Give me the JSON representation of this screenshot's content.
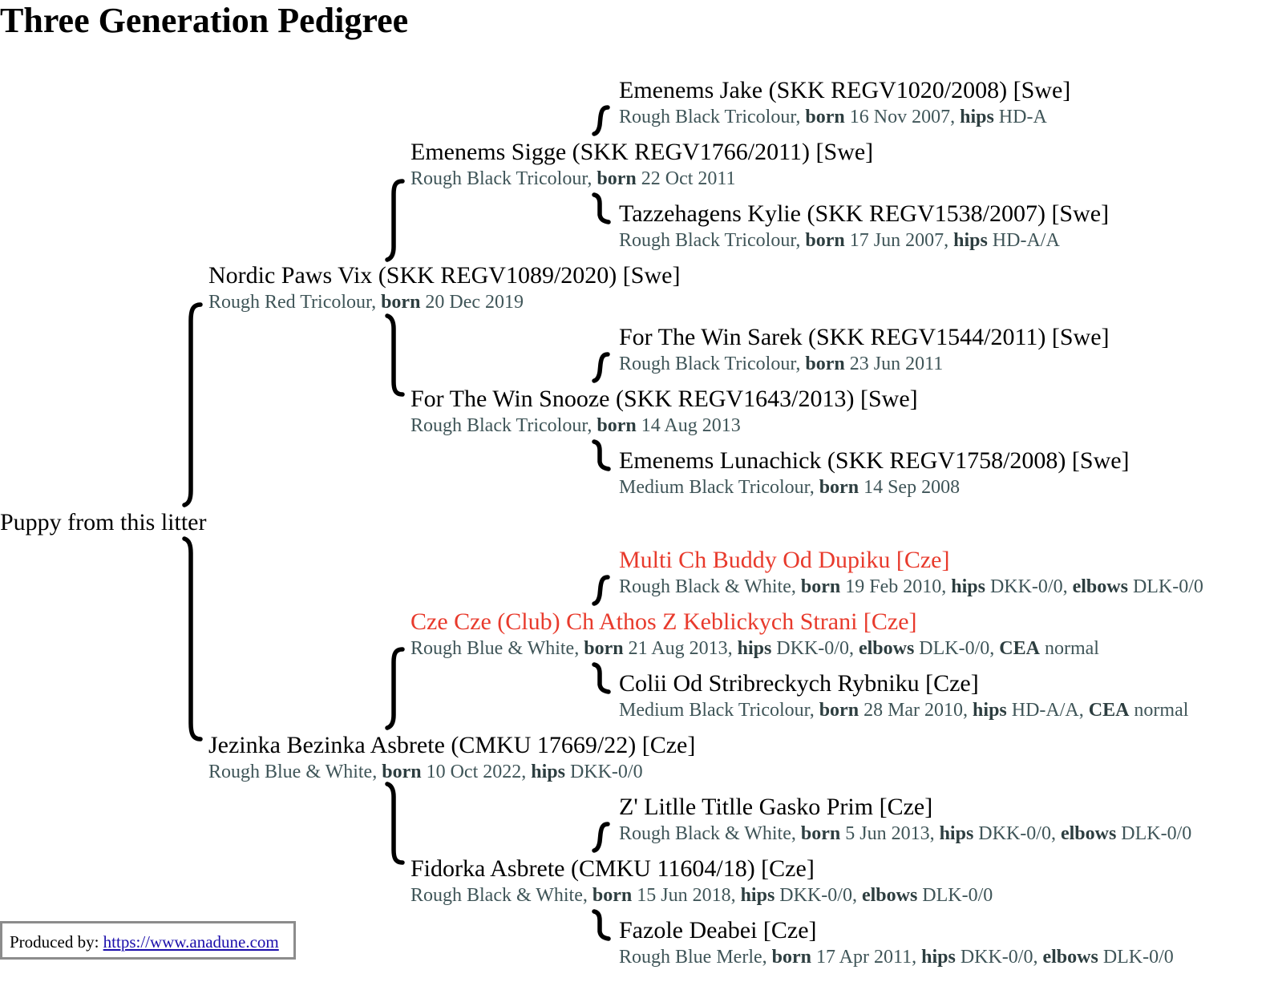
{
  "title": "Three Generation Pedigree",
  "puppy": "Puppy from this litter",
  "labels": {
    "born": "born",
    "hips": "hips",
    "elbows": "elbows",
    "cea": "CEA"
  },
  "dogs": {
    "sire": {
      "name": "Nordic Paws Vix (SKK REGV1089/2020) [Swe]",
      "champion": false,
      "info": [
        {
          "t": "Rough Red Tricolour, "
        },
        {
          "t": "born",
          "b": true
        },
        {
          "t": " 20 Dec 2019"
        }
      ]
    },
    "dam": {
      "name": "Jezinka Bezinka Asbrete (CMKU 17669/22) [Cze]",
      "champion": false,
      "info": [
        {
          "t": "Rough Blue & White, "
        },
        {
          "t": "born",
          "b": true
        },
        {
          "t": " 10 Oct 2022, "
        },
        {
          "t": "hips",
          "b": true
        },
        {
          "t": " DKK-0/0"
        }
      ]
    },
    "ss": {
      "name": "Emenems Sigge (SKK REGV1766/2011) [Swe]",
      "champion": false,
      "info": [
        {
          "t": "Rough Black Tricolour, "
        },
        {
          "t": "born",
          "b": true
        },
        {
          "t": " 22 Oct 2011"
        }
      ]
    },
    "sd": {
      "name": "For The Win Snooze (SKK REGV1643/2013) [Swe]",
      "champion": false,
      "info": [
        {
          "t": "Rough Black Tricolour, "
        },
        {
          "t": "born",
          "b": true
        },
        {
          "t": " 14 Aug 2013"
        }
      ]
    },
    "ds": {
      "name": "Cze Cze (Club) Ch Athos Z Keblickych Strani [Cze]",
      "champion": true,
      "info": [
        {
          "t": "Rough Blue & White, "
        },
        {
          "t": "born",
          "b": true
        },
        {
          "t": " 21 Aug 2013, "
        },
        {
          "t": "hips",
          "b": true
        },
        {
          "t": " DKK-0/0, "
        },
        {
          "t": "elbows",
          "b": true
        },
        {
          "t": " DLK-0/0, "
        },
        {
          "t": "CEA",
          "b": true
        },
        {
          "t": " normal"
        }
      ]
    },
    "dd": {
      "name": "Fidorka Asbrete (CMKU 11604/18) [Cze]",
      "champion": false,
      "info": [
        {
          "t": "Rough Black & White, "
        },
        {
          "t": "born",
          "b": true
        },
        {
          "t": " 15 Jun 2018, "
        },
        {
          "t": "hips",
          "b": true
        },
        {
          "t": " DKK-0/0, "
        },
        {
          "t": "elbows",
          "b": true
        },
        {
          "t": " DLK-0/0"
        }
      ]
    },
    "sss": {
      "name": "Emenems Jake (SKK REGV1020/2008) [Swe]",
      "champion": false,
      "info": [
        {
          "t": "Rough Black Tricolour, "
        },
        {
          "t": "born",
          "b": true
        },
        {
          "t": " 16 Nov 2007, "
        },
        {
          "t": "hips",
          "b": true
        },
        {
          "t": " HD-A"
        }
      ]
    },
    "ssd": {
      "name": "Tazzehagens Kylie (SKK REGV1538/2007) [Swe]",
      "champion": false,
      "info": [
        {
          "t": "Rough Black Tricolour, "
        },
        {
          "t": "born",
          "b": true
        },
        {
          "t": " 17 Jun 2007, "
        },
        {
          "t": "hips",
          "b": true
        },
        {
          "t": " HD-A/A"
        }
      ]
    },
    "sds": {
      "name": "For The Win Sarek (SKK REGV1544/2011) [Swe]",
      "champion": false,
      "info": [
        {
          "t": "Rough Black Tricolour, "
        },
        {
          "t": "born",
          "b": true
        },
        {
          "t": " 23 Jun 2011"
        }
      ]
    },
    "sdd": {
      "name": "Emenems Lunachick (SKK REGV1758/2008) [Swe]",
      "champion": false,
      "info": [
        {
          "t": "Medium Black Tricolour, "
        },
        {
          "t": "born",
          "b": true
        },
        {
          "t": " 14 Sep 2008"
        }
      ]
    },
    "dss": {
      "name": "Multi Ch Buddy Od Dupiku [Cze]",
      "champion": true,
      "info": [
        {
          "t": "Rough Black & White, "
        },
        {
          "t": "born",
          "b": true
        },
        {
          "t": " 19 Feb 2010, "
        },
        {
          "t": "hips",
          "b": true
        },
        {
          "t": " DKK-0/0, "
        },
        {
          "t": "elbows",
          "b": true
        },
        {
          "t": " DLK-0/0"
        }
      ]
    },
    "dsd": {
      "name": "Colii Od Stribreckych Rybniku [Cze]",
      "champion": false,
      "info": [
        {
          "t": "Medium Black Tricolour, "
        },
        {
          "t": "born",
          "b": true
        },
        {
          "t": " 28 Mar 2010, "
        },
        {
          "t": "hips",
          "b": true
        },
        {
          "t": " HD-A/A, "
        },
        {
          "t": "CEA",
          "b": true
        },
        {
          "t": " normal"
        }
      ]
    },
    "dds": {
      "name": "Z' Litlle Titlle Gasko Prim [Cze]",
      "champion": false,
      "info": [
        {
          "t": "Rough Black & White, "
        },
        {
          "t": "born",
          "b": true
        },
        {
          "t": " 5 Jun 2013, "
        },
        {
          "t": "hips",
          "b": true
        },
        {
          "t": " DKK-0/0, "
        },
        {
          "t": "elbows",
          "b": true
        },
        {
          "t": " DLK-0/0"
        }
      ]
    },
    "ddd": {
      "name": "Fazole Deabei [Cze]",
      "champion": false,
      "info": [
        {
          "t": "Rough Blue Merle, "
        },
        {
          "t": "born",
          "b": true
        },
        {
          "t": " 17 Apr 2011, "
        },
        {
          "t": "hips",
          "b": true
        },
        {
          "t": " DKK-0/0, "
        },
        {
          "t": "elbows",
          "b": true
        },
        {
          "t": " DLK-0/0"
        }
      ]
    }
  },
  "colors": {
    "champion": "#e83a2c",
    "info": "#3f5558",
    "link": "#1a0dab"
  },
  "footer": {
    "label": "Produced by:",
    "link_text": "https://www.anadune.com"
  }
}
